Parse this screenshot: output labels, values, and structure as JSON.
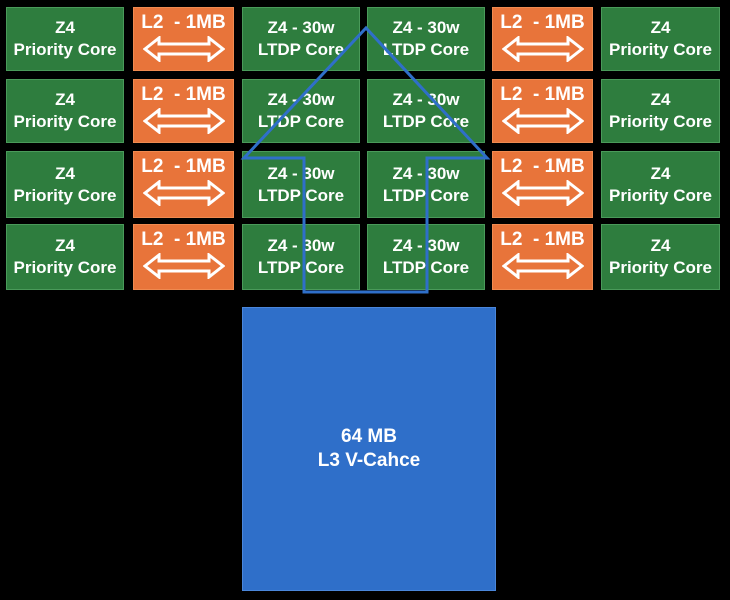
{
  "priority_core": {
    "line1": "Z4",
    "line2": "Priority Core"
  },
  "ltdp_core": {
    "line1": "Z4 - 30w",
    "line2": "LTDP Core"
  },
  "l2": {
    "label": "L2  - 1MB"
  },
  "l3": {
    "line1": "64 MB",
    "line2": "L3 V-Cahce"
  },
  "colors": {
    "core_green": "#2e7d3e",
    "l2_orange": "#e8743a",
    "l3_blue": "#2f6fc9",
    "arrow_blue": "#2f6fc9"
  }
}
